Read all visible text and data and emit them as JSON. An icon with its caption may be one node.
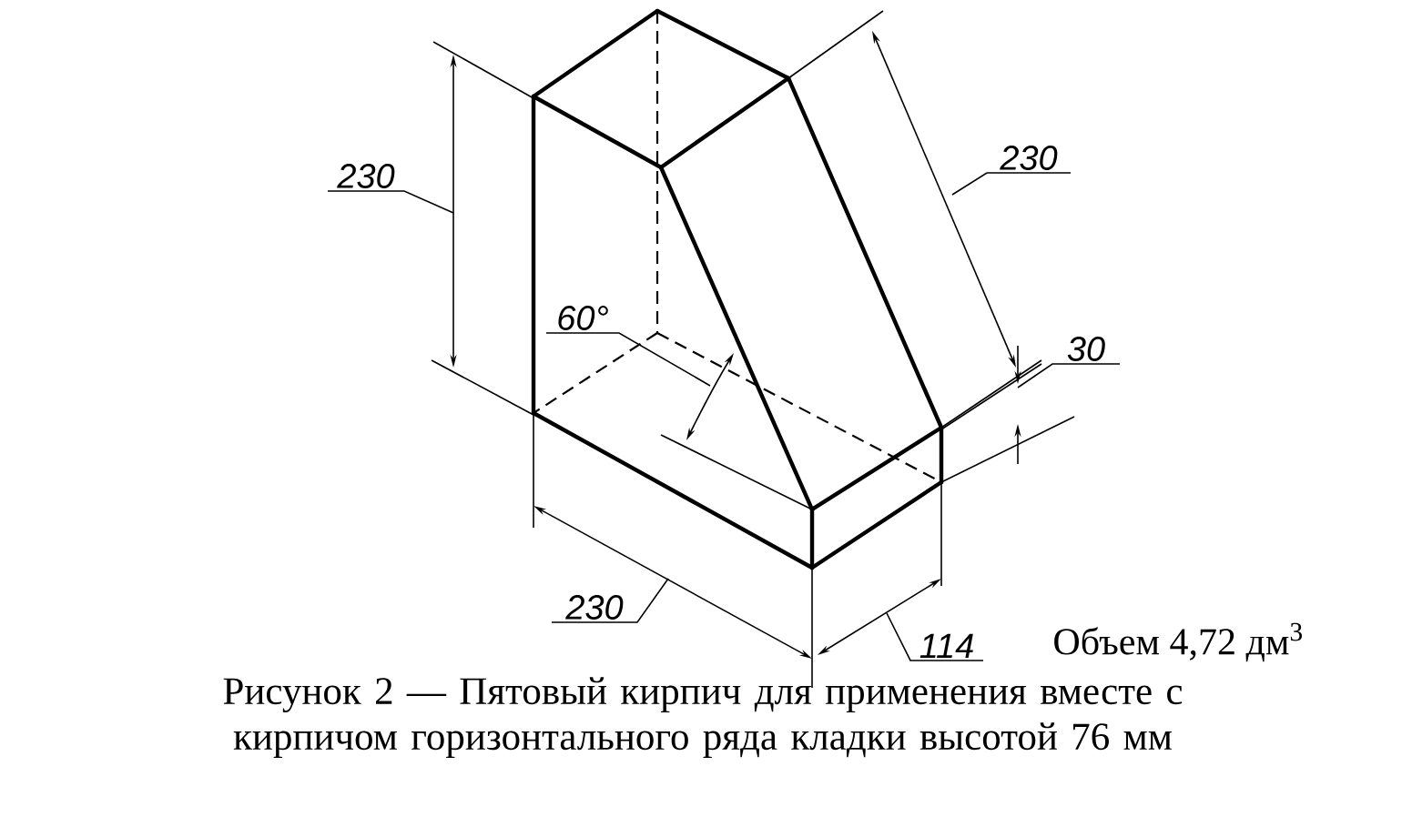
{
  "diagram": {
    "caption": "Рисунок 2 — Пятовый кирпич для применения вместе с кирпичом горизонтального ряда кладки высотой 76 мм",
    "nodes": [
      {
        "text": [
          "230"
        ]
      },
      {
        "text": [
          "230"
        ]
      },
      {
        "text": [
          "30"
        ]
      },
      {
        "text": [
          "60°"
        ]
      },
      {
        "text": [
          "230"
        ]
      },
      {
        "text": [
          "114"
        ]
      }
    ],
    "edges": [
      {
        "from": 0,
        "to": null,
        "arrow": "none"
      },
      {
        "from": 1,
        "to": null,
        "arrow": "none"
      },
      {
        "from": 2,
        "to": null,
        "arrow": "none"
      },
      {
        "from": 3,
        "to": null,
        "arrow": "none"
      },
      {
        "from": 4,
        "to": null,
        "arrow": "none"
      },
      {
        "from": 5,
        "to": null,
        "arrow": "none"
      }
    ],
    "labels": [
      "Объем 4,72 дм$^{3}$"
    ]
  }
}
